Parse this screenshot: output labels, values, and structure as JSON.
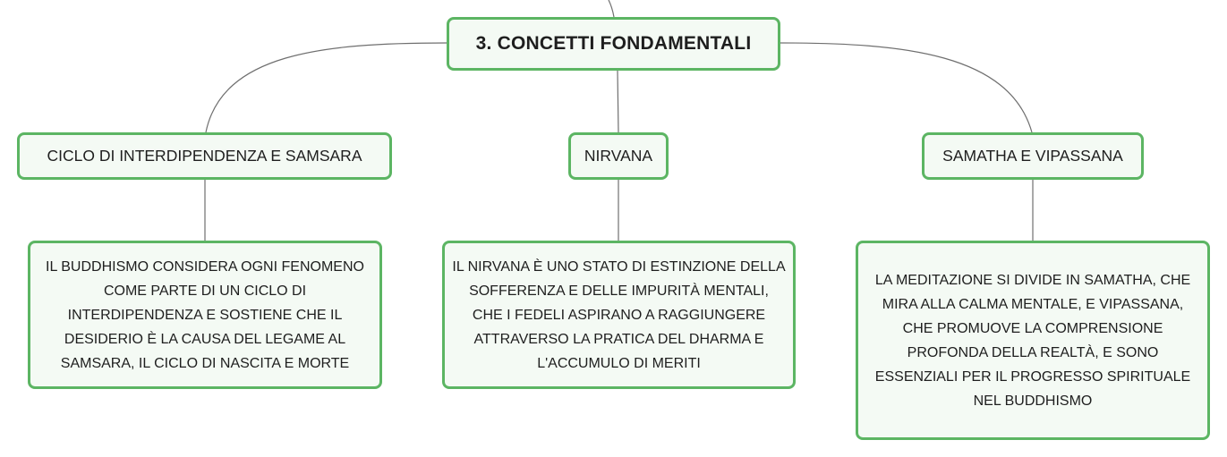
{
  "map": {
    "root": {
      "label": "3. CONCETTI FONDAMENTALI"
    },
    "branches": [
      {
        "label": "CICLO DI INTERDIPENDENZA E SAMSARA",
        "detail": "IL BUDDHISMO CONSIDERA OGNI FENOMENO COME PARTE DI UN CICLO DI INTERDIPENDENZA E SOSTIENE CHE IL DESIDERIO È LA CAUSA DEL LEGAME AL SAMSARA, IL CICLO DI NASCITA E MORTE"
      },
      {
        "label": "NIRVANA",
        "detail": "IL NIRVANA È UNO STATO DI ESTINZIONE DELLA SOFFERENZA E DELLE IMPURITÀ MENTALI, CHE I FEDELI ASPIRANO A RAGGIUNGERE ATTRAVERSO LA PRATICA DEL DHARMA E L'ACCUMULO DI MERITI"
      },
      {
        "label": "SAMATHA E VIPASSANA",
        "detail": "LA MEDITAZIONE SI DIVIDE IN SAMATHA, CHE MIRA ALLA CALMA MENTALE, E VIPASSANA, CHE PROMUOVE LA COMPRENSIONE PROFONDA DELLA REALTÀ, E SONO ESSENZIALI PER IL PROGRESSO SPIRITUALE NEL BUDDHISMO"
      }
    ],
    "colors": {
      "node_border": "#5cb563",
      "node_fill": "#f4faf4",
      "connector": "#6f6f6f",
      "text": "#1e1e1e"
    }
  }
}
